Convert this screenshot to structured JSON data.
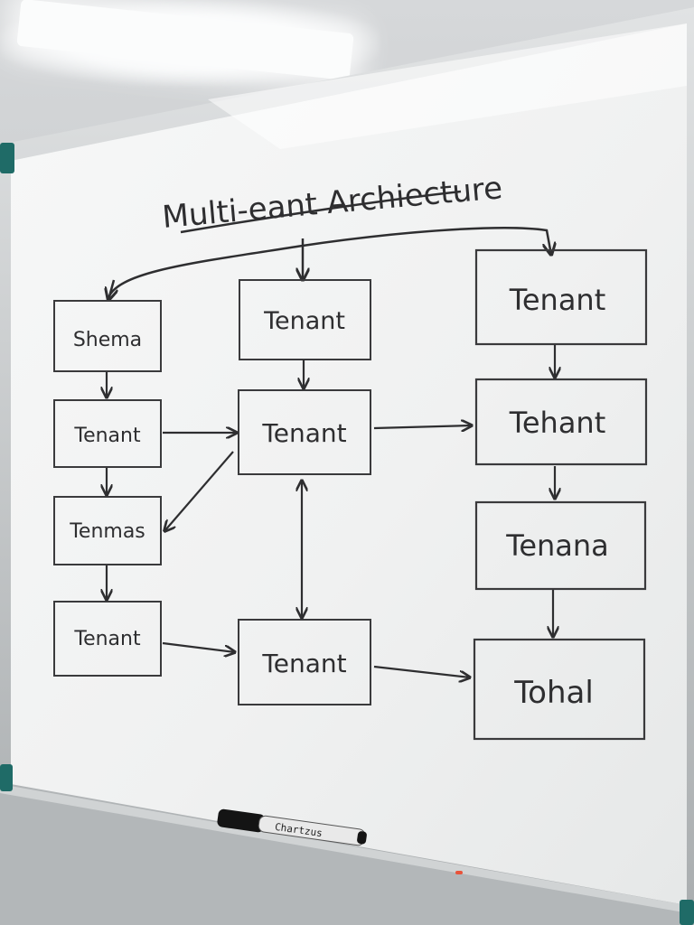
{
  "board": {
    "title": "Multi-eant Archiecture",
    "nodes": [
      {
        "id": "n1",
        "label": "Shema"
      },
      {
        "id": "n2",
        "label": "Tenant"
      },
      {
        "id": "n3",
        "label": "Tenant"
      },
      {
        "id": "n4",
        "label": "Tenant"
      },
      {
        "id": "n5",
        "label": "Tenant"
      },
      {
        "id": "n6",
        "label": "Tehant"
      },
      {
        "id": "n7",
        "label": "Tenmas"
      },
      {
        "id": "n8",
        "label": "Tenana"
      },
      {
        "id": "n9",
        "label": "Tenant"
      },
      {
        "id": "n10",
        "label": "Tenant"
      },
      {
        "id": "n11",
        "label": "Tohal"
      }
    ],
    "marker": {
      "label": "Chartzus"
    }
  },
  "colors": {
    "ink": "#2e2e30",
    "board": "#f3f4f4",
    "frame": "#b9bcbe",
    "marker_body": "#e9e9e9",
    "marker_cap": "#141414",
    "frame_corner": "#1f6b67"
  }
}
